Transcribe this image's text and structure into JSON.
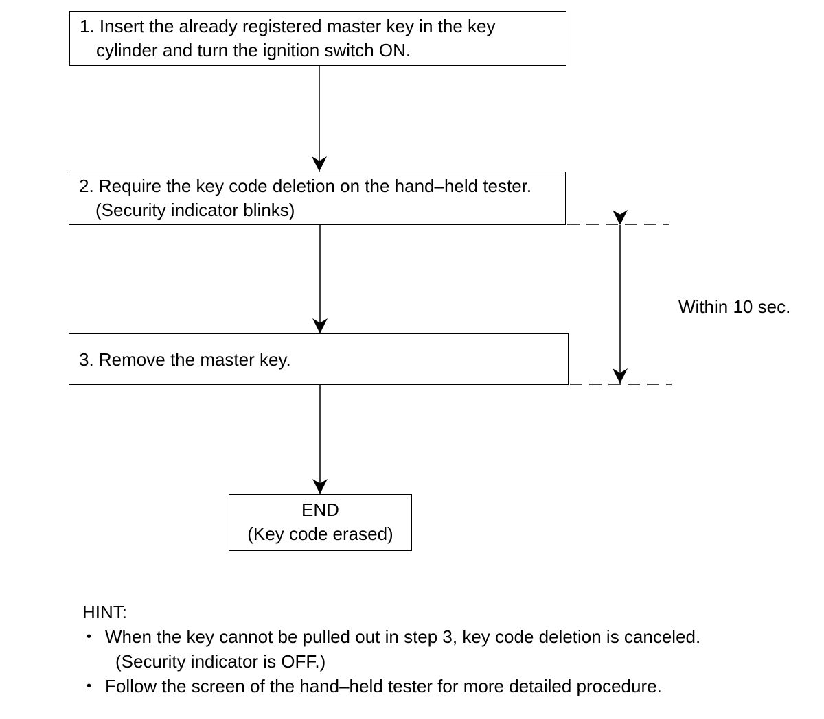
{
  "steps": [
    {
      "line1": "1. Insert the already registered master key in the key",
      "line2": "cylinder and turn the ignition switch ON."
    },
    {
      "line1": "2. Require the key code deletion on the hand–held tester.",
      "line2": "(Security indicator blinks)"
    },
    {
      "line1": "3. Remove the master key."
    }
  ],
  "end": {
    "line1": "END",
    "line2": "(Key code erased)"
  },
  "timing_label": "Within 10 sec.",
  "hint": {
    "title": "HINT:",
    "bullet": "•",
    "items": [
      {
        "text": "When the key cannot be pulled out in step 3, key code deletion is canceled.",
        "sub": "(Security indicator is OFF.)"
      },
      {
        "text": "Follow the screen of the hand–held tester for more detailed procedure."
      }
    ]
  }
}
